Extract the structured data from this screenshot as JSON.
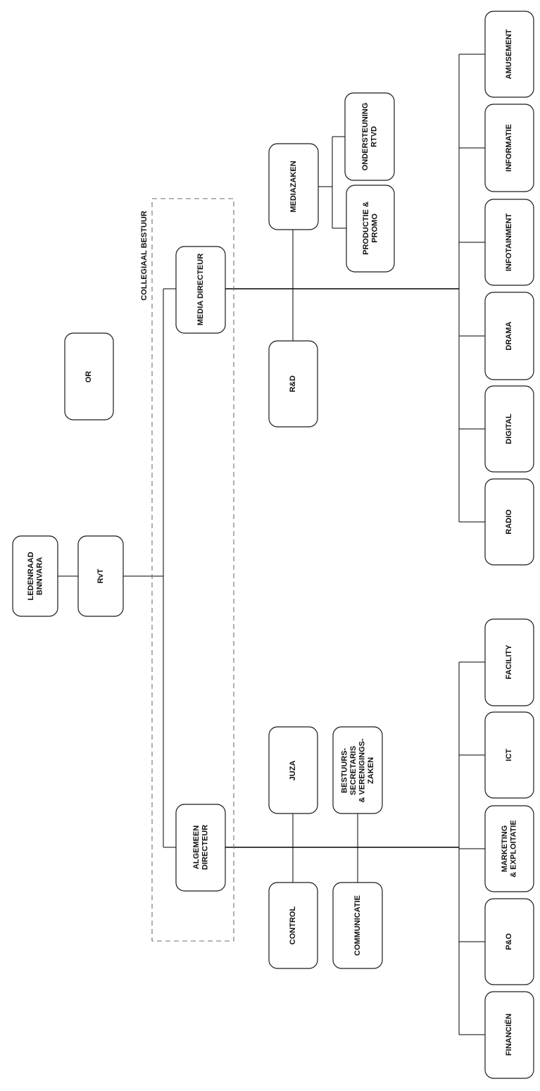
{
  "group": {
    "title": "COLLEGIAAL BESTUUR"
  },
  "boxes": {
    "ledenraad": [
      "LEDENRAAD",
      "BNNVARA"
    ],
    "rvt": [
      "RvT"
    ],
    "or": [
      "OR"
    ],
    "media_directeur": [
      "MEDIA DIRECTEUR"
    ],
    "algemeen_directeur": [
      "ALGEMEEN",
      "DIRECTEUR"
    ],
    "mediazaken": [
      "MEDIAZAKEN"
    ],
    "ondersteuning_rtvd": [
      "ONDERSTEUNING",
      "RTVD"
    ],
    "productie_promo": [
      "PRODUCTIE &",
      "PROMO"
    ],
    "rd": [
      "R&D"
    ],
    "juza": [
      "JUZA"
    ],
    "bestuurssecretaris": [
      "BESTUURS-",
      "SECRETARIS",
      "& VERENIGINGS-",
      "ZAKEN"
    ],
    "control": [
      "CONTROL"
    ],
    "communicatie": [
      "COMMUNICATIE"
    ],
    "amusement": [
      "AMUSEMENT"
    ],
    "informatie": [
      "INFORMATIE"
    ],
    "infotainment": [
      "INFOTAINMENT"
    ],
    "drama": [
      "DRAMA"
    ],
    "digital": [
      "DIGITAL"
    ],
    "radio": [
      "RADIO"
    ],
    "facility": [
      "FACILITY"
    ],
    "ict": [
      "ICT"
    ],
    "marketing_exploitatie": [
      "MARKETING",
      "& EXPLOITATIE"
    ],
    "po": [
      "P&O"
    ],
    "financien": [
      "FINANCIËN"
    ]
  }
}
